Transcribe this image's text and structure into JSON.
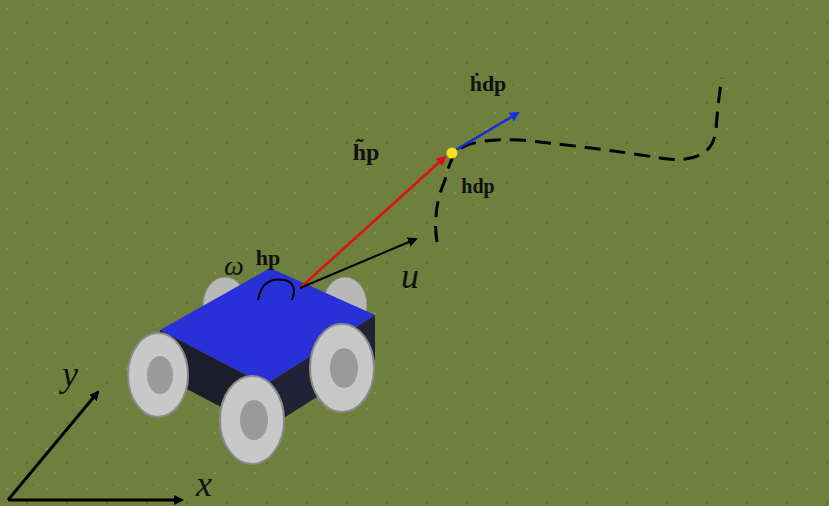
{
  "diagram": {
    "labels": [
      "ḣdp",
      "h̃p",
      "hdp",
      "hp",
      "u",
      "ω",
      "y",
      "x"
    ]
  }
}
